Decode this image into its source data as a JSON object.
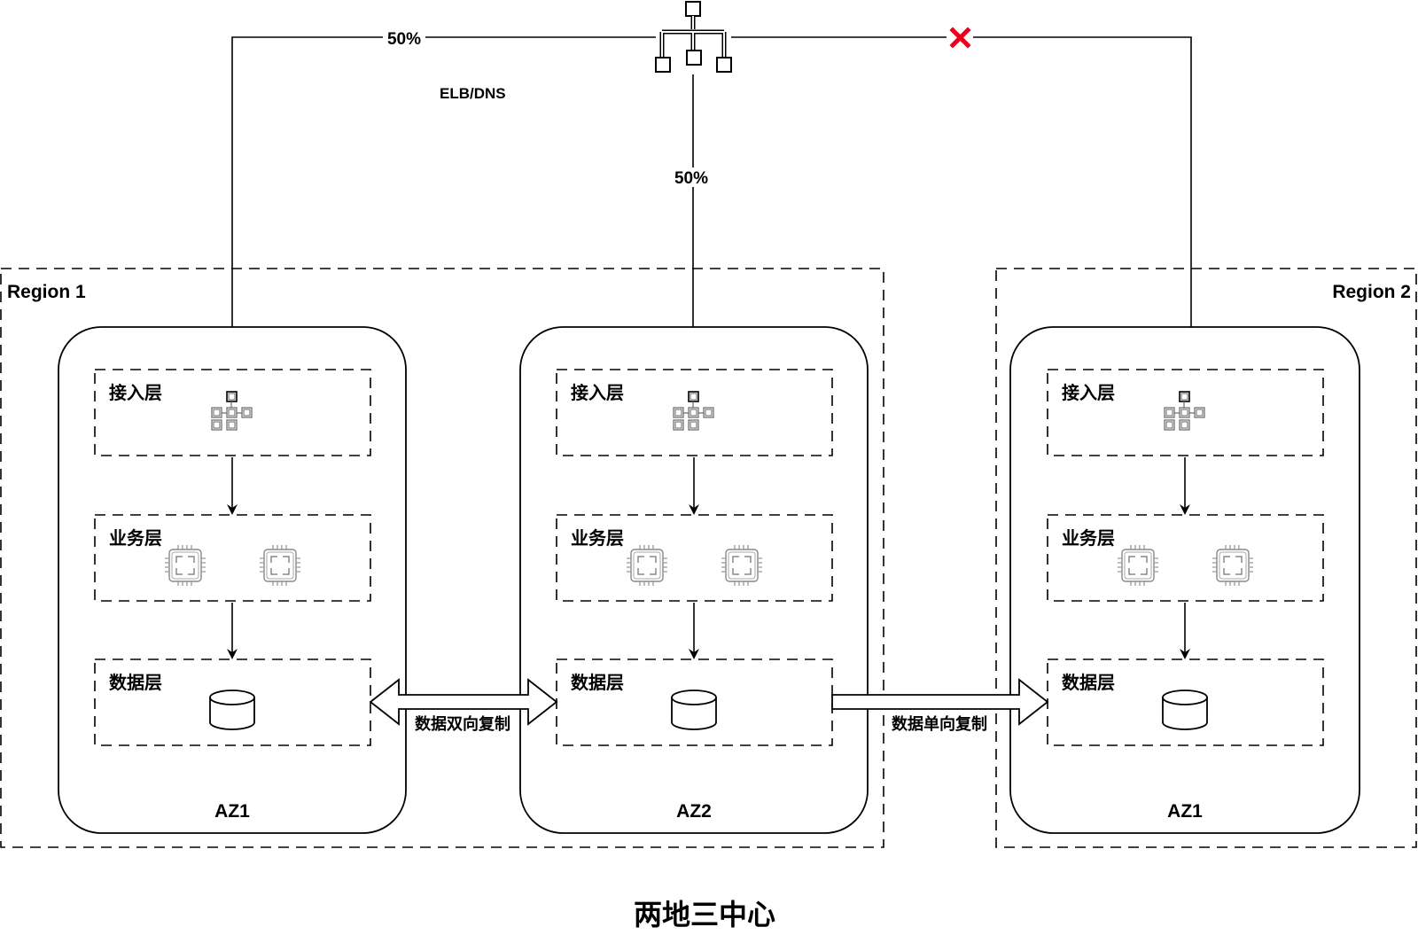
{
  "title": "两地三中心",
  "entry": {
    "label": "ELB/DNS",
    "icon": "load-balancer-icon",
    "links": [
      {
        "target": "Region 1 / AZ1",
        "weight_label": "50%",
        "status": "active"
      },
      {
        "target": "Region 1 / AZ2",
        "weight_label": "50%",
        "status": "active"
      },
      {
        "target": "Region 2 / AZ1",
        "weight_label": "",
        "status": "disabled",
        "status_icon": "red-x-icon",
        "status_color": "#e8001c"
      }
    ]
  },
  "regions": [
    {
      "label": "Region 1",
      "azs": [
        {
          "label": "AZ1",
          "layers": [
            {
              "label": "接入层",
              "icon": "network-icon"
            },
            {
              "label": "业务层",
              "icon": "cpu-chip-icon",
              "count": 2
            },
            {
              "label": "数据层",
              "icon": "database-icon"
            }
          ]
        },
        {
          "label": "AZ2",
          "layers": [
            {
              "label": "接入层",
              "icon": "network-icon"
            },
            {
              "label": "业务层",
              "icon": "cpu-chip-icon",
              "count": 2
            },
            {
              "label": "数据层",
              "icon": "database-icon"
            }
          ]
        }
      ]
    },
    {
      "label": "Region 2",
      "azs": [
        {
          "label": "AZ1",
          "layers": [
            {
              "label": "接入层",
              "icon": "network-icon"
            },
            {
              "label": "业务层",
              "icon": "cpu-chip-icon",
              "count": 2
            },
            {
              "label": "数据层",
              "icon": "database-icon"
            }
          ]
        }
      ]
    }
  ],
  "replication": [
    {
      "label": "数据双向复制",
      "direction": "bidirectional",
      "from": "Region 1 / AZ1",
      "to": "Region 1 / AZ2"
    },
    {
      "label": "数据单向复制",
      "direction": "unidirectional",
      "from": "Region 1 / AZ2",
      "to": "Region 2 / AZ1"
    }
  ]
}
